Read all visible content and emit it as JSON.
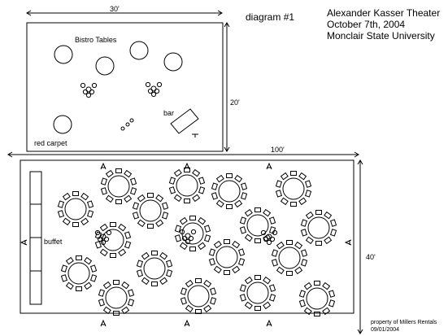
{
  "header": {
    "diagram_label": "diagram #1",
    "venue": "Alexander Kasser Theater",
    "date": "October 7th, 2004",
    "university": "Monclair State University"
  },
  "top_tent": {
    "width_label": "30'",
    "height_label": "20'",
    "bistro_label": "Bistro Tables",
    "bar_label": "bar",
    "carpet_label": "red carpet"
  },
  "main_tent": {
    "width_label": "100'",
    "height_label": "40'",
    "buffet_label": "buffet"
  },
  "footer": {
    "owner": "property of Millers Rentals",
    "date": "09/01/2004"
  },
  "colors": {
    "ink": "#000000",
    "paper": "#ffffff"
  },
  "icons": [
    "dimension-arrow-icon",
    "table-with-chairs-icon",
    "bistro-table-icon",
    "stool-cluster-icon",
    "exit-marker-icon"
  ]
}
